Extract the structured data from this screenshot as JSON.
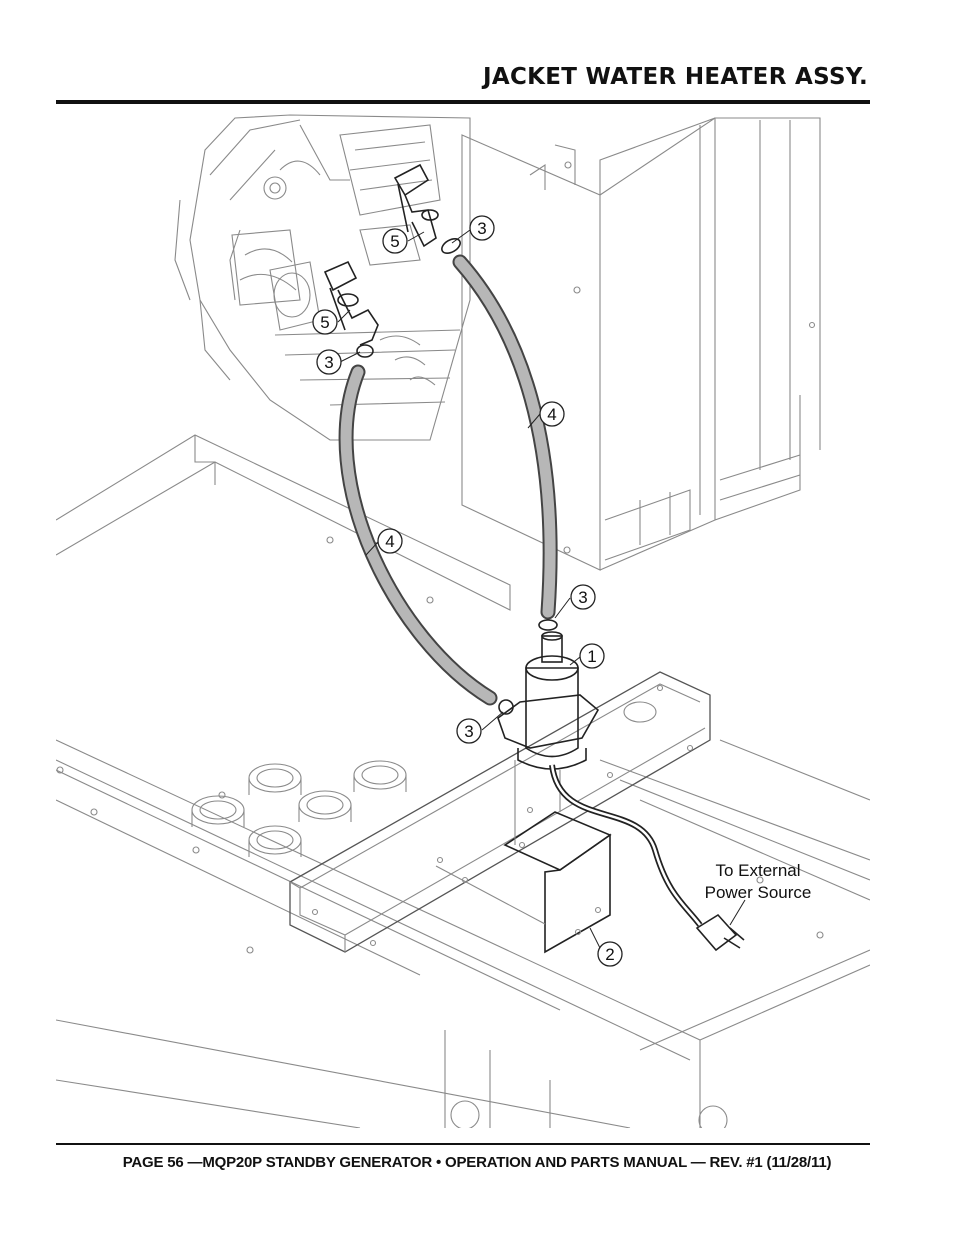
{
  "header": {
    "title": "JACKET WATER HEATER ASSY."
  },
  "figure": {
    "callouts": [
      {
        "id": "c1",
        "label": "1"
      },
      {
        "id": "c2",
        "label": "2"
      },
      {
        "id": "c3a",
        "label": "3"
      },
      {
        "id": "c3b",
        "label": "3"
      },
      {
        "id": "c3c",
        "label": "3"
      },
      {
        "id": "c3d",
        "label": "3"
      },
      {
        "id": "c4a",
        "label": "4"
      },
      {
        "id": "c4b",
        "label": "4"
      },
      {
        "id": "c5a",
        "label": "5"
      },
      {
        "id": "c5b",
        "label": "5"
      }
    ],
    "note_line1": "To External",
    "note_line2": "Power Source"
  },
  "footer": {
    "text": "PAGE 56 —MQP20P STANDBY GENERATOR • OPERATION AND PARTS MANUAL — REV. #1 (11/28/11)"
  }
}
